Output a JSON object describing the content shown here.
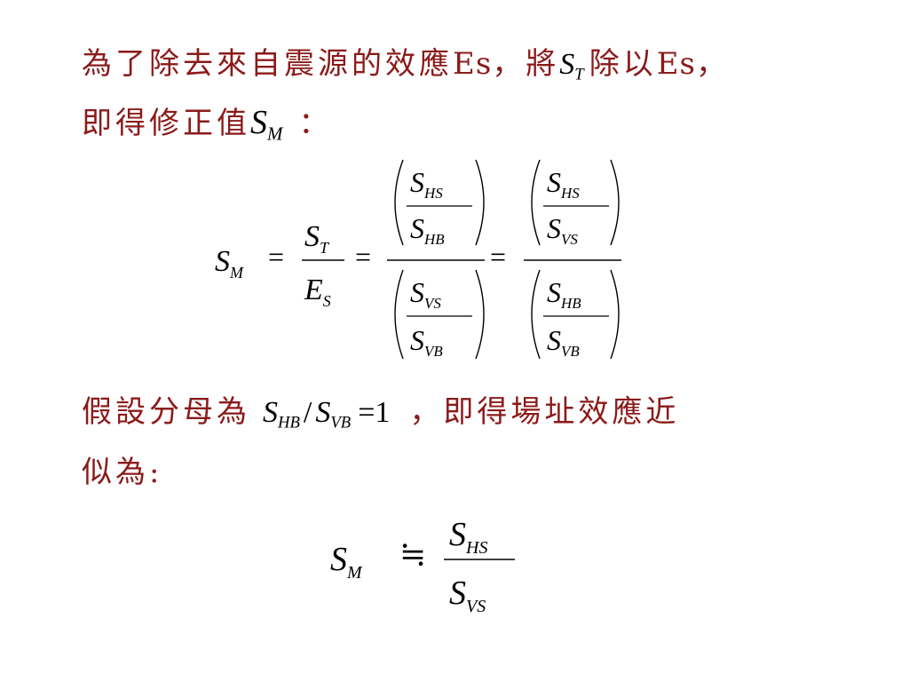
{
  "line1": {
    "text_a": "為了除去來自震源的效應",
    "es1": "Es",
    "comma1": "，將",
    "st_var": "S",
    "st_sub": "T",
    "text_b": "除以",
    "es2": "Es",
    "comma2": "，"
  },
  "line2": {
    "text": "即得修正值",
    "sm_var": "S",
    "sm_sub": "M",
    "colon": "："
  },
  "equation1": {
    "lhs_var": "S",
    "lhs_sub": "M",
    "eq": "=",
    "f1_num_var": "S",
    "f1_num_sub": "T",
    "f1_den_var": "E",
    "f1_den_sub": "S",
    "a_num_num_var": "S",
    "a_num_num_sub": "HS",
    "a_num_den_var": "S",
    "a_num_den_sub": "HB",
    "a_den_num_var": "S",
    "a_den_num_sub": "VS",
    "a_den_den_var": "S",
    "a_den_den_sub": "VB",
    "b_num_num_var": "S",
    "b_num_num_sub": "HS",
    "b_num_den_var": "S",
    "b_num_den_sub": "VS",
    "b_den_num_var": "S",
    "b_den_num_sub": "HB",
    "b_den_den_var": "S",
    "b_den_den_sub": "VB"
  },
  "line3": {
    "text_a": "假設分母為",
    "v1": "S",
    "v1_sub": "HB",
    "slash": "/",
    "v2": "S",
    "v2_sub": "VB",
    "eq1": "=1",
    "text_b": "，即得場址效應近"
  },
  "line4": {
    "text": "似為:"
  },
  "equation2": {
    "lhs_var": "S",
    "lhs_sub": "M",
    "approx": "≒",
    "num_var": "S",
    "num_sub": "HS",
    "den_var": "S",
    "den_sub": "VS"
  }
}
